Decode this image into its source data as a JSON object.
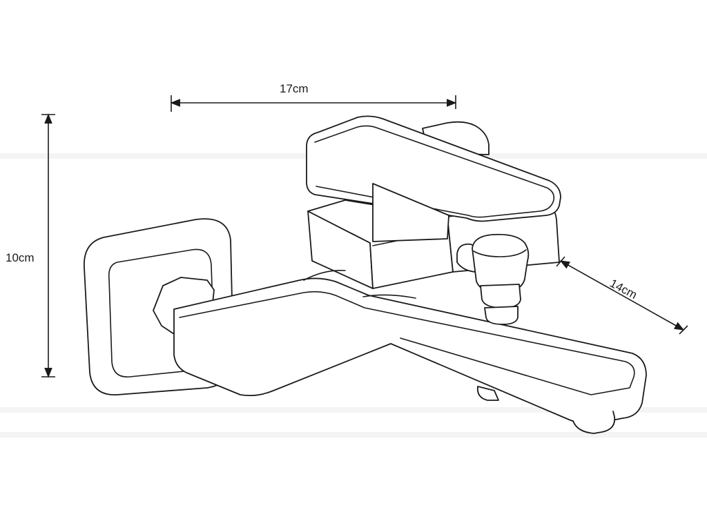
{
  "dimensions": {
    "width": "17cm",
    "height": "10cm",
    "depth": "14cm"
  }
}
